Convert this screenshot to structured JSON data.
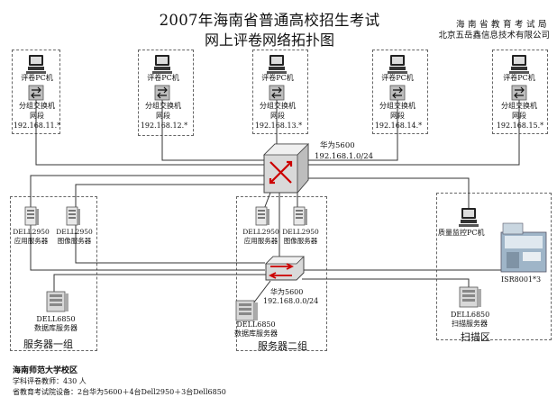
{
  "title": {
    "line1": "2007年海南省普通高校招生考试",
    "line2": "网上评卷网络拓扑图"
  },
  "org": {
    "line1": "海南省教育考试局",
    "line2": "北京五岳鑫信息技术有限公司"
  },
  "clusters": [
    {
      "pc": "评卷PC机",
      "sw1": "分组交换机",
      "sw2": "网段",
      "ip": "192.168.11.*"
    },
    {
      "pc": "评卷PC机",
      "sw1": "分组交换机",
      "sw2": "网段",
      "ip": "192.168.12.*"
    },
    {
      "pc": "评卷PC机",
      "sw1": "分组交换机",
      "sw2": "网段",
      "ip": "192.168.13.*"
    },
    {
      "pc": "评卷PC机",
      "sw1": "分组交换机",
      "sw2": "网段",
      "ip": "192.168.14.*"
    },
    {
      "pc": "评卷PC机",
      "sw1": "分组交换机",
      "sw2": "网段",
      "ip": "192.168.15.*"
    }
  ],
  "core": {
    "name": "华为5600",
    "ip": "192.168.1.0/24"
  },
  "dist": {
    "name": "华为5600",
    "ip": "192.168.0.0/24"
  },
  "group1": {
    "label": "服务器一组",
    "s1": {
      "model": "DELL2950",
      "role": "应用服务器"
    },
    "s2": {
      "model": "DELL2950",
      "role": "图像服务器"
    },
    "db": {
      "model": "DELL6850",
      "role": "数据库服务器"
    }
  },
  "group2": {
    "label": "服务器二组",
    "s1": {
      "model": "DELL2950",
      "role": "应用服务器"
    },
    "s2": {
      "model": "DELL2950",
      "role": "图像服务器"
    },
    "db": {
      "model": "DELL6850",
      "role": "数据库服务器"
    }
  },
  "scan": {
    "label": "扫描区",
    "qc": "质量监控PC机",
    "scanner": "ISR8001*3",
    "srv_model": "DELL6850",
    "srv_role": "扫描服务器"
  },
  "footer": {
    "line1": "海南师范大学校区",
    "line2": "学科评卷教师：430 人",
    "line3": "省教育考试院设备：2台华为5600＋4台Dell2950＋3台Dell6850"
  }
}
